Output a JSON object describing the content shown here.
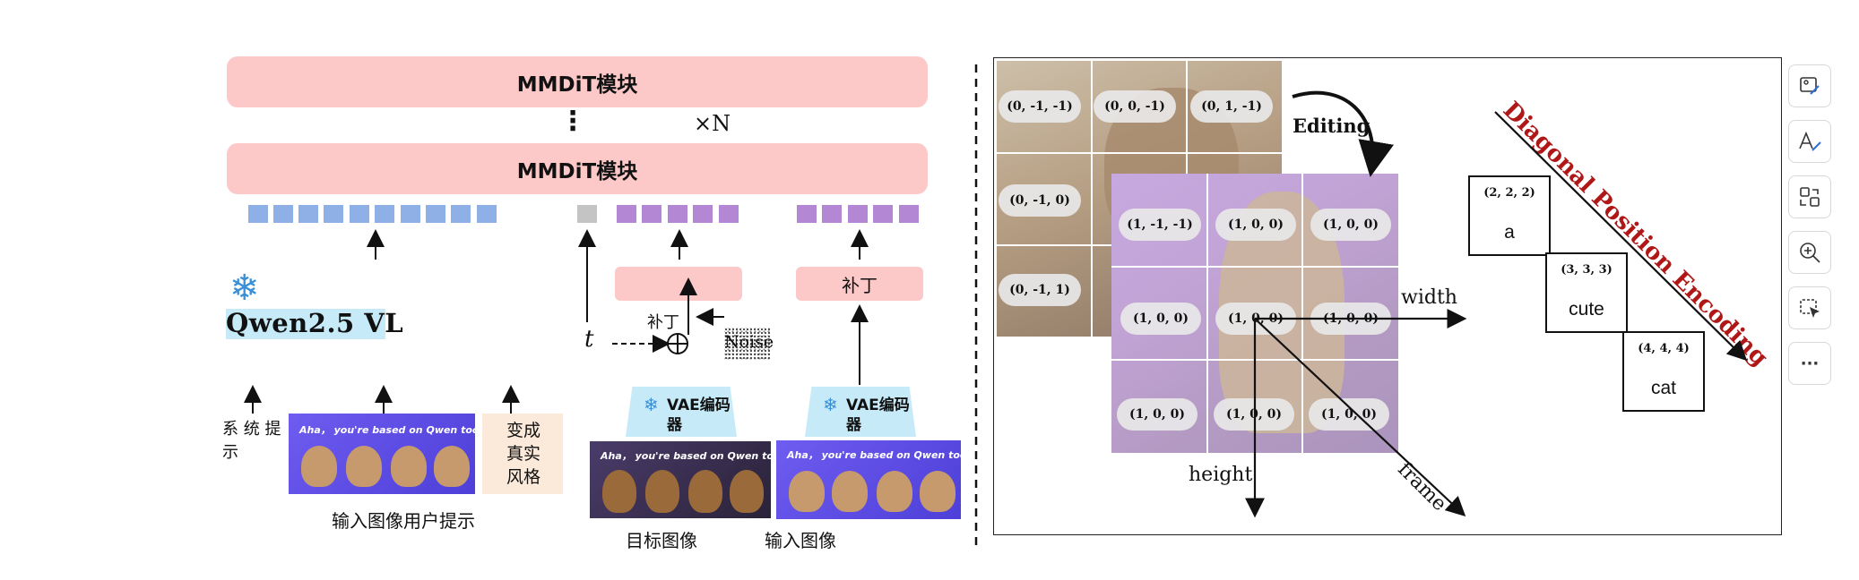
{
  "left": {
    "mmdit_top": "MMDiT模块",
    "vdots": "⋮",
    "times_n": "×N",
    "mmdit_bottom": "MMDiT模块",
    "qwen_label": "Qwen2.5 VL",
    "patch_left": "补丁",
    "patch_right": "补丁",
    "t_symbol": "t",
    "plus_symbol": "⊕",
    "noise_label": "Noise",
    "system_prompt": "系 统 提 示",
    "style_prompt": "变成真实风格",
    "meme_text": "Aha， you're based on Qwen too!",
    "input_image_user_prompt": "输入图像用户提示",
    "vae_left": "VAE编码器",
    "vae_right": "VAE编码器",
    "target_image": "目标图像",
    "input_image": "输入图像"
  },
  "right": {
    "editing_label": "Editing",
    "width_label": "width",
    "height_label": "height",
    "frame_label": "frame",
    "diag_title": "Diagonal Position Encoding",
    "back_grid_labels": [
      "(0, -1, -1)",
      "(0, 0, -1)",
      "(0, 1, -1)",
      "(0, -1, 0)",
      "(0, -1, 1)"
    ],
    "front_grid_labels": [
      "(1, -1, -1)",
      "(1, 0, 0)",
      "(1, 0, 0)",
      "(1, 0, 0)",
      "(1, 0, 0)",
      "(1, 0, 0)",
      "(1, 0, 0)",
      "(1, 0, 0)",
      "(1, 0, 0)"
    ],
    "words": [
      {
        "coord": "(2, 2, 2)",
        "word": "a"
      },
      {
        "coord": "(3, 3, 3)",
        "word": "cute"
      },
      {
        "coord": "(4, 4, 4)",
        "word": "cat"
      }
    ]
  },
  "toolbar": {
    "icons": [
      "image-edit-icon",
      "text-edit-icon",
      "image-swap-icon",
      "zoom-in-icon",
      "select-region-icon"
    ],
    "more_label": "···"
  },
  "colors": {
    "mmdit_pink": "#fdc8c8",
    "token_blue": "#8fb0e6",
    "token_purple": "#b487d4",
    "token_gray": "#c4c4c4",
    "vae_cyan": "#c6eaf7",
    "qwen_highlight": "#c6eaf7",
    "title_red": "#b01818",
    "snowflake_blue": "#3a8fd6"
  }
}
